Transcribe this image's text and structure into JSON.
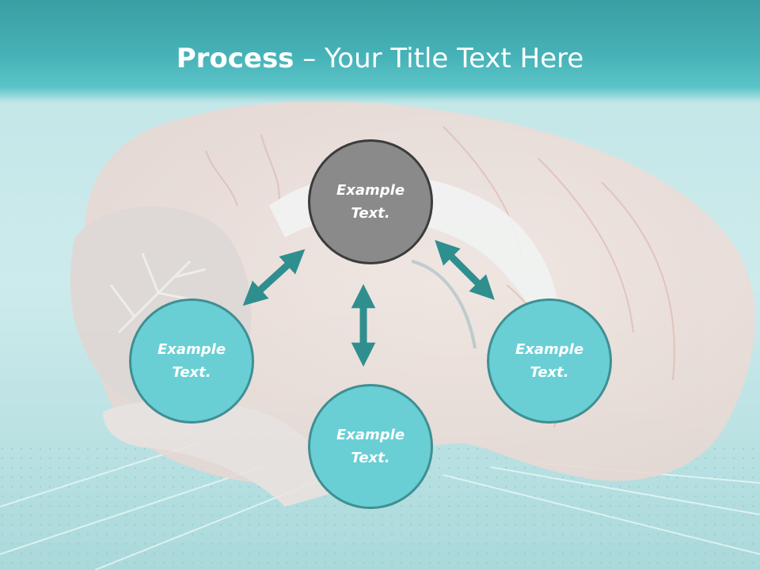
{
  "slide": {
    "title_bold": "Process",
    "title_rest": " – Your Title Text Here"
  },
  "nodes": {
    "center": "Example\nText.",
    "left": "Example\nText.",
    "right": "Example\nText.",
    "bottom": "Example\nText."
  },
  "colors": {
    "header": "#46b3b8",
    "node_fill": "#69cfd4",
    "node_border": "#3f8f93",
    "center_fill": "#8a8a8a",
    "center_border": "#3c3c3c",
    "arrow": "#2f8f8f"
  }
}
